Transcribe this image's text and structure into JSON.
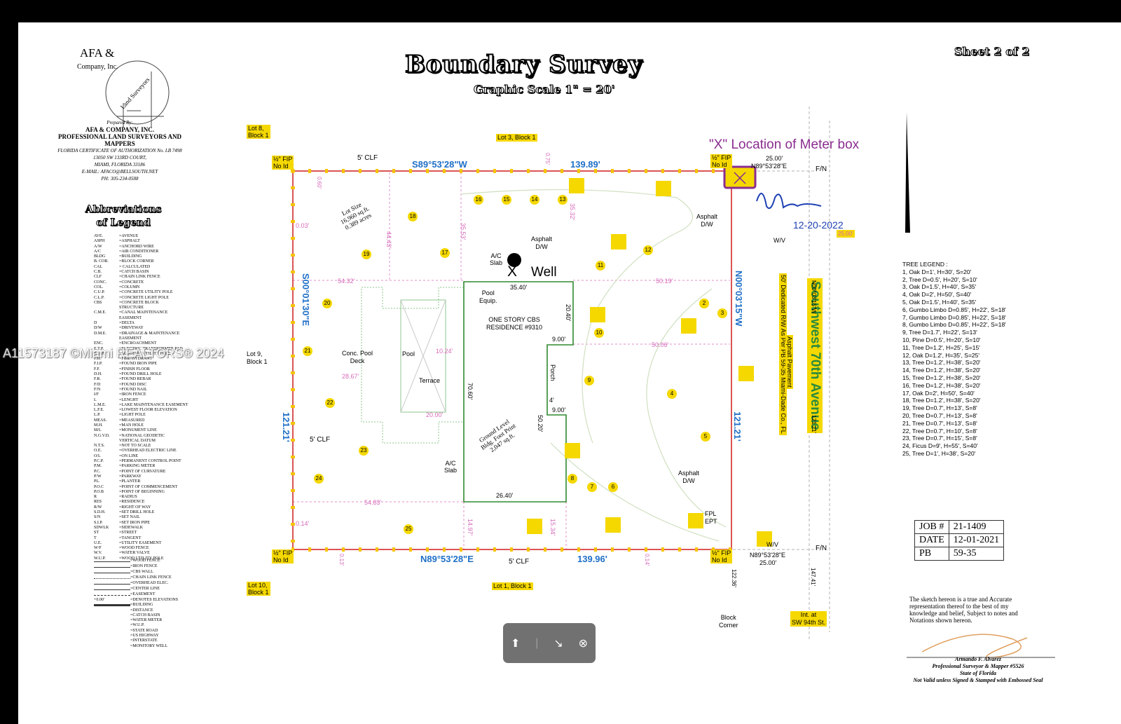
{
  "title": "Boundary Survey",
  "scale": "Graphic Scale 1\" = 20'",
  "sheet": "Sheet 2 of 2",
  "watermark": "A11573187 ©Miami REALTORS® 2024",
  "company": {
    "logo_name": "AFA &",
    "logo_sub": "Company, Inc.",
    "logo_arc": "Land Surveyors",
    "prepared_by": "Prepared By:",
    "name": "AFA & COMPANY, INC.",
    "tagline": "PROFESSIONAL LAND SURVEYORS AND MAPPERS",
    "cert": "FLORIDA CERTIFICATE OF AUTHORIZATION No. LB 7498",
    "address1": "13050 SW 133RD COURT,",
    "address2": "MIAMI, FLORIDA 33186",
    "email": "E-MAIL: AFACO@BELLSOUTH.NET",
    "phone": "PH: 305-234-0588"
  },
  "abbr_title_1": "Abbreviations",
  "abbr_title_2": "of Legend",
  "abbreviations": [
    [
      "AVE.",
      "=AVENUE"
    ],
    [
      "ASPH",
      "=ASPHALT"
    ],
    [
      "A/W",
      "=ANCHORD WIRE"
    ],
    [
      "A/C",
      "=AIR CONDITIONER"
    ],
    [
      "BLDG",
      "=BUILDING"
    ],
    [
      "B. COR.",
      "=BLOCK CORNER"
    ],
    [
      "CAL",
      "= CALCULATED"
    ],
    [
      "C.B.",
      "=CATCH BASIN"
    ],
    [
      "CLF",
      "=CHAIN LINK FENCE"
    ],
    [
      "CONC.",
      "=CONCRETE"
    ],
    [
      "COL.",
      "=COLUMN"
    ],
    [
      "C.U.P.",
      "=CONCRETE UTILITY POLE"
    ],
    [
      "C.L.P.",
      "=CONCRETE LIGHT POLE"
    ],
    [
      "CBS",
      "=CONCRETE BLOCK"
    ],
    [
      "",
      "STRUCTURE"
    ],
    [
      "C.M.E.",
      "=CANAL MAINTENANCE"
    ],
    [
      "",
      "EASEMENT"
    ],
    [
      "D",
      "=DELTA"
    ],
    [
      "D/W",
      "=DRIVEWAY"
    ],
    [
      "D.M.E.",
      "=DRAINAGE & MAINTENANCE"
    ],
    [
      "",
      "EASEMENT"
    ],
    [
      "ENC.",
      "=ENCROACHMENT"
    ],
    [
      "E.T.P.",
      "=ELECTRIC TRANSFORMER PAD"
    ],
    [
      "E.U.P.",
      "=ELECTRIC UTILITY POLE"
    ],
    [
      "F.H.",
      "=FIRE HYDRANT"
    ],
    [
      "F.I.P.",
      "=FOUND IRON PIPE"
    ],
    [
      "F.F.",
      "=FINISH FLOOR"
    ],
    [
      "D.H.",
      "=FOUND DRILL HOLE"
    ],
    [
      "F.R.",
      "=FOUND REBAR"
    ],
    [
      "F/D",
      "=FOUND DISC"
    ],
    [
      "F/N",
      "=FOUND NAIL"
    ],
    [
      "I/F",
      "=IRON FENCE"
    ],
    [
      "L",
      "=LENGHT"
    ],
    [
      "L.M.E.",
      "=LAKE MAINTENANCE EASEMENT"
    ],
    [
      "L.F.E.",
      "=LOWEST FLOOR ELEVATION"
    ],
    [
      "L.P.",
      "=LIGHT POLE"
    ],
    [
      "MEAS.",
      "=MEASURED"
    ],
    [
      "M.H.",
      "=MAN HOLE"
    ],
    [
      "M/L",
      "=MONUMENT LINE"
    ],
    [
      "N.G.V.D.",
      "=NATIONAL GEODETIC"
    ],
    [
      "",
      "VERTICAL DATUM"
    ],
    [
      "N.T.S.",
      "=NOT TO SCALE"
    ],
    [
      "O.E.",
      "=OVERHEAD ELECTRIC LINE"
    ],
    [
      "O/L",
      "=ON LINE"
    ],
    [
      "P.C.P.",
      "=PERMANENT CONTROL POINT"
    ],
    [
      "P.M.",
      "=PARKING METER"
    ],
    [
      "P.C.",
      "=POINT OF CURVATURE"
    ],
    [
      "P/W",
      "=PARKWAY"
    ],
    [
      "PL.",
      "=PLANTER"
    ],
    [
      "P.O.C",
      "=POINT OF COMMENCEMENT"
    ],
    [
      "P.O.B",
      "=POINT OF BEGINNING"
    ],
    [
      "R",
      "=RADIUS"
    ],
    [
      "RES",
      "=RESIDENCE"
    ],
    [
      "R/W",
      "=RIGHT OF WAY"
    ],
    [
      "S.D.H.",
      "=SET DRILL HOLE"
    ],
    [
      "S/N",
      "=SET NAIL"
    ],
    [
      "S.I.P.",
      "=SET IRON PIPE"
    ],
    [
      "SDWLK",
      "=SIDEWALK"
    ],
    [
      "ST",
      "=STREET"
    ],
    [
      "T",
      "=TANGENT"
    ],
    [
      "U.E.",
      "=UTILITY EASEMENT"
    ],
    [
      "W/F",
      "=WOOD FENCE"
    ],
    [
      "W.V.",
      "=WATER VALVE"
    ],
    [
      "W.U.P.",
      "=WOOD UTILITY POLE"
    ]
  ],
  "symbols": [
    "=WOOD FENCE",
    "=IRON FENCE",
    "=CBS WALL",
    "=CHAIN LINK FENCE",
    "=OVERHEAD ELEC.",
    "=CENTER LINE",
    "=EASEMENT",
    "=DENOTES ELEVATIONS",
    "=BUILDING",
    "=DISTANCE",
    "=CATCH BASIN",
    "=WATER METER",
    "=W.U.P.",
    "=STATE ROAD",
    "=US HIGHWAY",
    "=INTERSTATE",
    "=MONITORY WELL"
  ],
  "symbol_elev": "+0.00'",
  "plan": {
    "lot8": [
      "Lot 8,",
      "Block 1"
    ],
    "lot3": "Lot 3, Block 1",
    "lot9": [
      "Lot 9,",
      "Block 1"
    ],
    "lot10": [
      "Lot 10,",
      "Block 1"
    ],
    "lot1": "Lot 1, Block 1",
    "fip": [
      "½\" FIP",
      "No Id"
    ],
    "clf": "5' CLF",
    "top_bearing": "S89°53'28\"W",
    "top_dist": "139.89'",
    "bottom_bearing": "N89°53'28\"E",
    "bottom_dist": "139.96'",
    "left_bearing": "S00°01'30\"E",
    "left_dist": "121.21'",
    "right_bearing": "N00°03'15\"W",
    "right_dist": "121.21'",
    "lot_size": [
      "Lot Size",
      "16,960 sq.ft.",
      "0.389 acres"
    ],
    "asphalt": [
      "Asphalt",
      "D/W"
    ],
    "ac_slab": [
      "A/C",
      "Slab"
    ],
    "well": "Well",
    "well_x": "X",
    "pool_equip": [
      "Pool",
      "Equip."
    ],
    "residence": [
      "ONE STORY CBS",
      "RESIDENCE #9310"
    ],
    "pool_deck": [
      "Conc. Pool",
      "Deck"
    ],
    "pool": "Pool",
    "terrace": "Terrace",
    "porch": "Porch",
    "footprint": [
      "Ground Level",
      "Bldg. Foot Print",
      "2,047 sq.ft."
    ],
    "dims": {
      "d3540": "35.40'",
      "d2040": "20.40'",
      "d900a": "9.00'",
      "d7060": "70.60'",
      "d5020": "50.20'",
      "d900b": "9.00'",
      "d4": "4'",
      "d2640": "26.40'",
      "d5019": "50.19'",
      "d5432": "54.32'",
      "d5006": "50.06'",
      "d5483": "54.83'",
      "d2867": "28.67'",
      "d1024": "10.24'",
      "d2000": "20.00'",
      "d003": "0.03'",
      "d014": "0.14'",
      "d4443": "44.43'",
      "d3532": "35.32'",
      "d3553": "35.53'",
      "d1534": "15.34'",
      "d1497": "14.97'",
      "d075": "0.75'",
      "d060": "0.60'",
      "d013": "0.13'",
      "d014b": "0.14'"
    },
    "meter": "\"X\" Location of Meter box",
    "ne_bearing": "N89°53'28\"E",
    "ne_dist": "25.00'",
    "se_bearing": "N89°53'28\"E",
    "se_dist": "25.00'",
    "fn": "F/N",
    "wv": "W/V",
    "sig_date": "12-20-2022",
    "row_dist": "25.00'",
    "row_label": [
      "50' Dedicated R/W As Per PB 59-35 Miami-Dade Co., FL"
    ],
    "asphalt_pavement": "Asphalt Pavement",
    "road": "Southwest 70th Avenue",
    "east_bearing": "N00°03'15\"W",
    "east_dist": "121.21'",
    "south_dist": "147.41'",
    "corner_dist": "122.36'",
    "block_corner": [
      "Block",
      "Corner"
    ],
    "int_at": [
      "Int. at",
      "SW 94th St."
    ],
    "fpl": [
      "FPL",
      "EPT"
    ],
    "trees": [
      "1",
      "2",
      "3",
      "4",
      "5",
      "6",
      "7",
      "8",
      "9",
      "10",
      "11",
      "12",
      "13",
      "14",
      "15",
      "16",
      "17",
      "18",
      "19",
      "20",
      "21",
      "22",
      "23",
      "24",
      "25"
    ]
  },
  "tree_legend_title": "TREE LEGEND :",
  "tree_legend": [
    "1, Oak D=1', H=30', S=20'",
    "2, Tree D=0.5', H=20', S=10'",
    "3, Oak D=1.5', H=40', S=35'",
    "4, Oak D=2', H=50', S=40'",
    "5, Oak D=1.5', H=40', S=35'",
    "6, Gumbo Limbo D=0.85', H=22', S=18'",
    "7, Gumbo Limbo D=0.85', H=22', S=18'",
    "8, Gumbo Limbo D=0.85', H=22', S=18'",
    "9, Tree D=1.7', H=22', S=13'",
    "10, Pine D=0.5', H=20', S=10'",
    "11, Tree D=1.2', H=25', S=15'",
    "12, Oak D=1.2', H=35', S=25'",
    "13, Tree D=1.2', H=38', S=20'",
    "14, Tree D=1.2', H=38', S=20'",
    "15, Tree D=1.2', H=38', S=20'",
    "16, Tree D=1.2', H=38', S=20'",
    "17, Oak D=2', H=50', S=40'",
    "18, Tree D=1.2', H=38', S=20'",
    "19, Tree D=0.7', H=13', S=8'",
    "20, Tree D=0.7', H=13', S=8'",
    "21, Tree D=0.7', H=13', S=8'",
    "22, Tree D=0.7', H=10', S=8'",
    "23, Tree D=0.7', H=15', S=8'",
    "24, Ficus D=9', H=55', S=40'",
    "25, Tree D=1', H=38', S=20'"
  ],
  "job": {
    "job_label": "JOB #",
    "job": "21-1409",
    "date_label": "DATE",
    "date": "12-01-2021",
    "pb_label": "PB",
    "pb": "59-35"
  },
  "certification": "The sketch hereon is a true and Accurate representation thereof to the best of my knowledge and belief, Subject to notes and Notations shown hereon.",
  "surveyor": {
    "name": "Armando F. Alvarez",
    "title": "Professional Surveyor & Mapper #5526",
    "state": "State of Florida",
    "note": "Not Valid unless Signed & Stamped with Embossed Seal"
  },
  "colors": {
    "boundary": "#d42a2a",
    "building": "#2f8a2f",
    "label_bg": "#f5d800",
    "bearing": "#1f6fc7",
    "meter": "#8a2d8f"
  },
  "overlay_icons": [
    "share-icon",
    "collapse-icon",
    "close-icon"
  ]
}
